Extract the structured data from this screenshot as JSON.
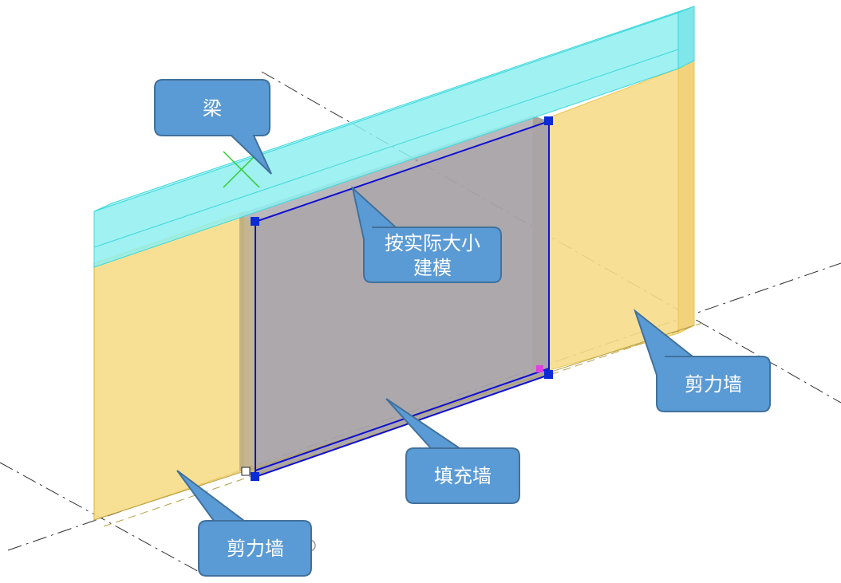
{
  "labels": {
    "beam": "梁",
    "actual_size_line1": "按实际大小",
    "actual_size_line2": "建模",
    "shear_wall_right": "剪力墙",
    "infill_wall": "填充墙",
    "shear_wall_left": "剪力墙"
  },
  "colors": {
    "beam_fill": "#8EEFF0",
    "beam_edge": "#3FD8DC",
    "shear_wall_fill": "#F6DD8A",
    "shear_wall_edge": "#E9C54E",
    "infill_fill": "#A9A3A8",
    "infill_side": "#B8A97C",
    "selection_outline": "#1010D0",
    "grip": "#0A2BD6",
    "callout_fill": "#5B9BD5",
    "callout_edge": "#41719C",
    "axis_line": "#333333",
    "beam_marker": "#33CC33"
  }
}
